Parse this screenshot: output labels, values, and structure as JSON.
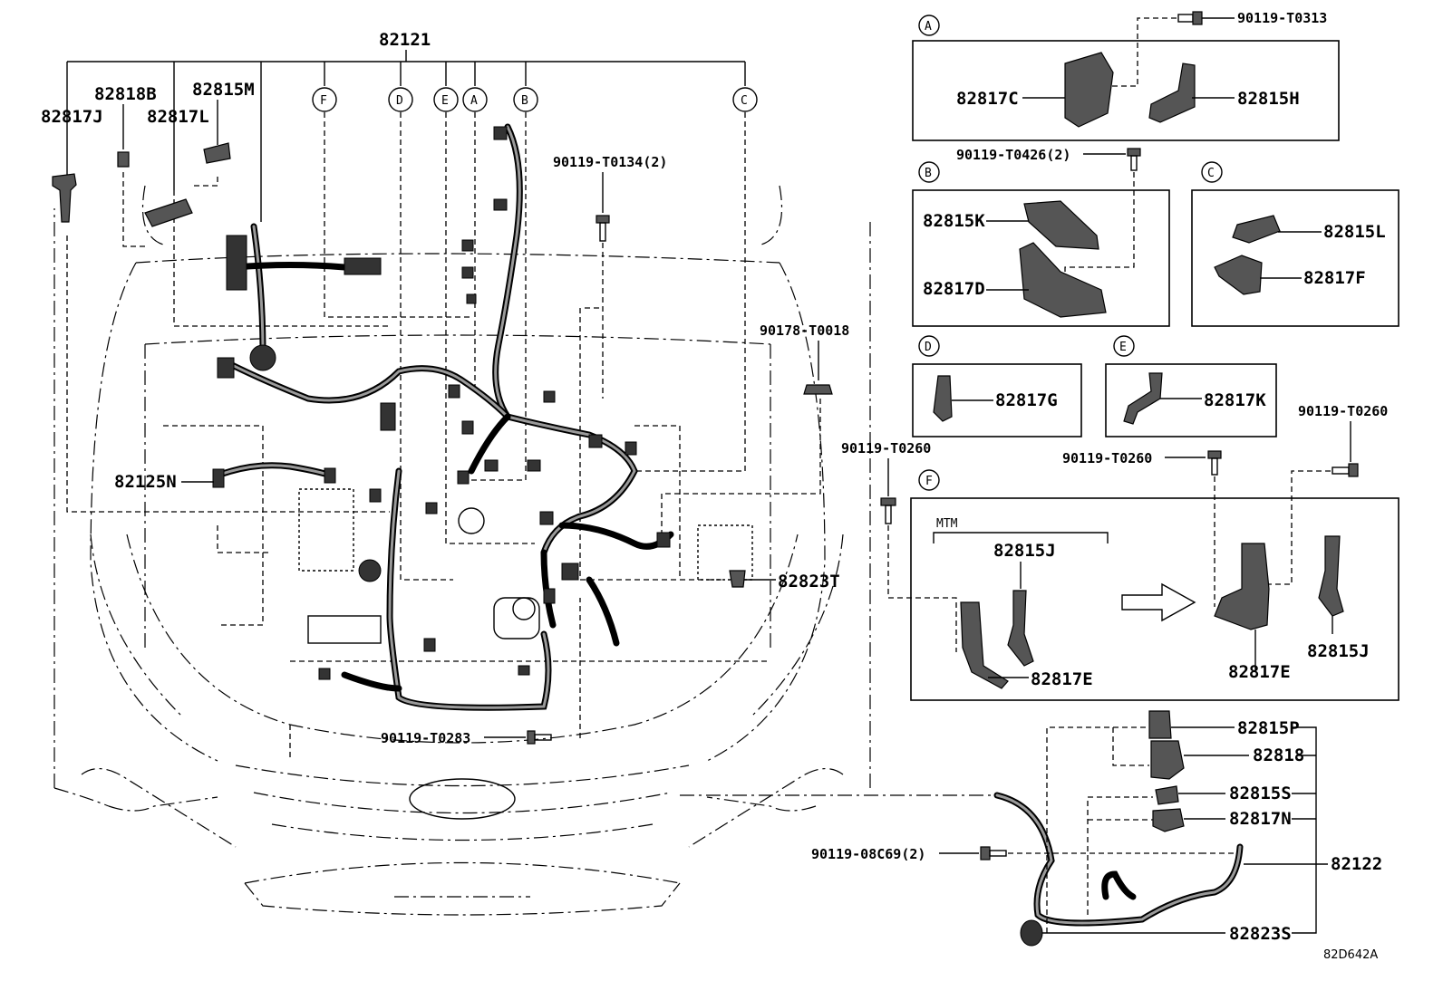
{
  "labels": {
    "p82121": "82121",
    "p82818B": "82818B",
    "p82815M": "82815M",
    "p82817J": "82817J",
    "p82817L": "82817L",
    "p90119T0134": "90119-T0134(2)",
    "p90178T0018": "90178-T0018",
    "p82125N": "82125N",
    "p82823T": "82823T",
    "p90119T0283": "90119-T0283",
    "p90119T0313": "90119-T0313",
    "p82817C": "82817C",
    "p82815H": "82815H",
    "p90119T0426": "90119-T0426(2)",
    "p82815K": "82815K",
    "p82817D": "82817D",
    "p82815L": "82815L",
    "p82817F": "82817F",
    "p82817G": "82817G",
    "p82817K": "82817K",
    "p90119T0260a": "90119-T0260",
    "p90119T0260b": "90119-T0260",
    "p90119T0260c": "90119-T0260",
    "mtm": "MTM",
    "p82815Ja": "82815J",
    "p82817Ea": "82817E",
    "p82817Eb": "82817E",
    "p82815Jb": "82815J",
    "p82815P": "82815P",
    "p82818": "82818",
    "p82815S": "82815S",
    "p82817N": "82817N",
    "p90119_08C69": "90119-08C69(2)",
    "p82122": "82122",
    "p82823S": "82823S",
    "figcode": "82D642A"
  },
  "callouts": {
    "F": "F",
    "D": "D",
    "E": "E",
    "A": "A",
    "B": "B",
    "C": "C"
  },
  "icons": {
    "arrow": "right-arrow-icon"
  }
}
